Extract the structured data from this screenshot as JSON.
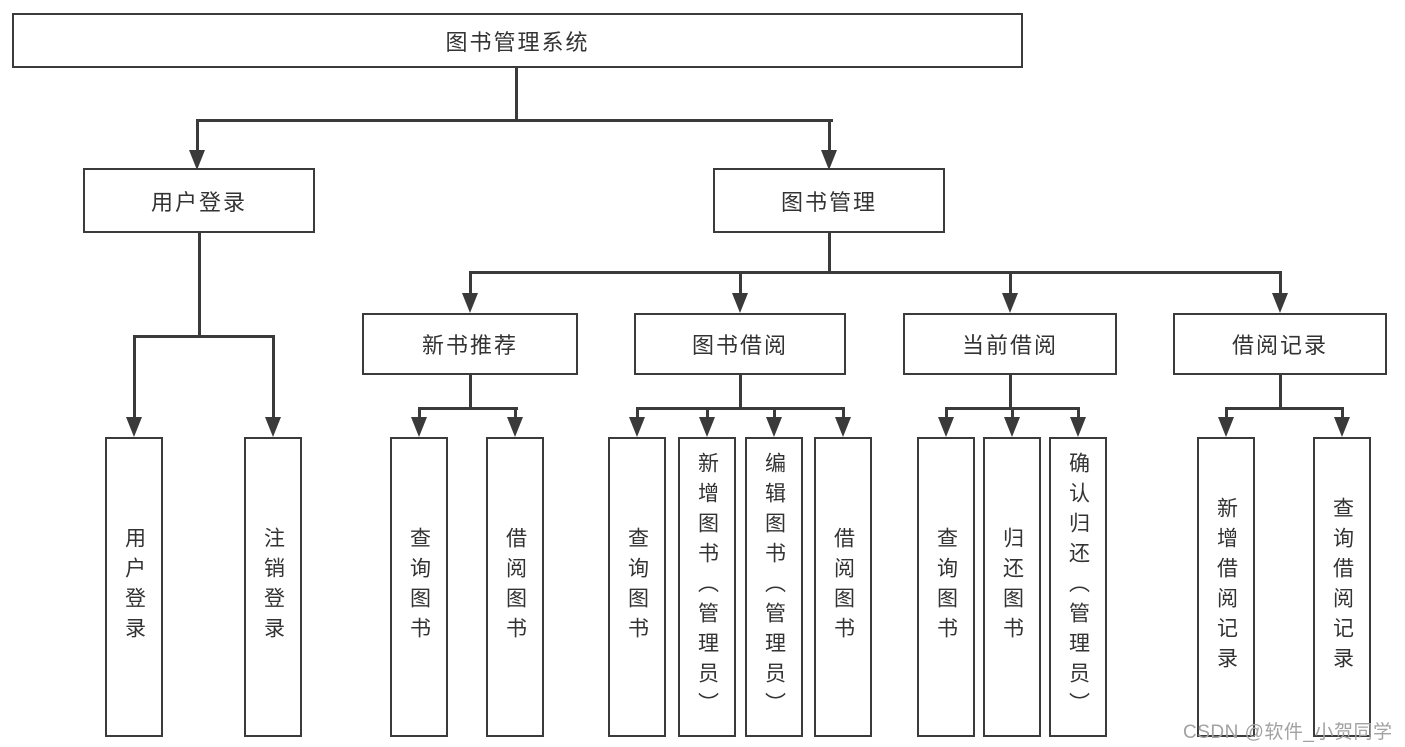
{
  "colors": {
    "line": "#3a3a3a",
    "box_border": "#3b3b3b",
    "text": "#333333",
    "watermark_text": "#a2a2a2",
    "background": "#ffffff"
  },
  "tree": {
    "root": {
      "label": "图书管理系统"
    },
    "level2": [
      {
        "label": "用户登录"
      },
      {
        "label": "图书管理"
      }
    ],
    "level3": [
      {
        "label": "新书推荐"
      },
      {
        "label": "图书借阅"
      },
      {
        "label": "当前借阅"
      },
      {
        "label": "借阅记录"
      }
    ],
    "leaves": {
      "user": [
        "用户登录",
        "注销登录"
      ],
      "recommend": [
        "查询图书",
        "借阅图书"
      ],
      "borrow": [
        "查询图书",
        "新增图书（管理员）",
        "编辑图书（管理员）",
        "借阅图书"
      ],
      "current": [
        "查询图书",
        "归还图书",
        "确认归还（管理员）"
      ],
      "records": [
        "新增借阅记录",
        "查询借阅记录"
      ]
    }
  },
  "watermark": {
    "text": "CSDN @软件_小贺同学"
  }
}
